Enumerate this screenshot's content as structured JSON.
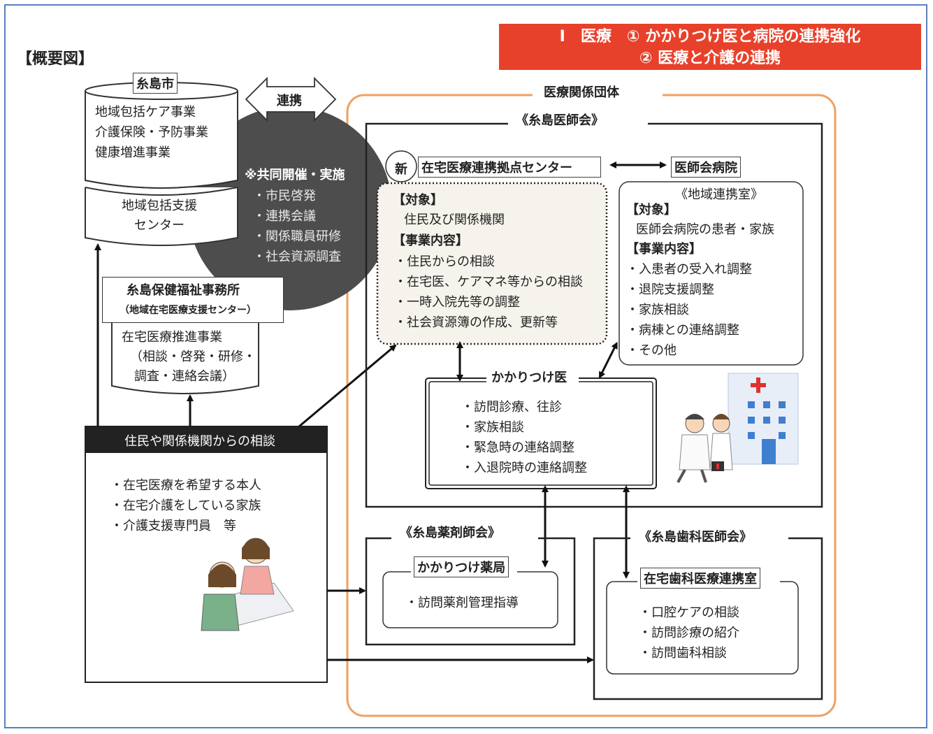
{
  "header": {
    "overview": "【概要図】",
    "banner_line1": "Ⅰ　医療　① かかりつけ医と病院の連携強化",
    "banner_line2": "② 医療と介護の連携"
  },
  "city": {
    "title": "糸島市",
    "items": [
      "地域包括ケア事業",
      "介護保険・予防事業",
      "健康増進事業"
    ],
    "center_line1": "地域包括支援",
    "center_line2": "センター"
  },
  "link_arrow": "連携",
  "joint": {
    "title": "※共同開催・実施",
    "items": [
      "・市民啓発",
      "・連携会議",
      "・関係職員研修",
      "・社会資源調査"
    ]
  },
  "health_office": {
    "title": "糸島保健福祉事務所",
    "subtitle": "（地域在宅医療支援センター）",
    "items": [
      "在宅医療推進事業",
      "（相談・啓発・研修・",
      "調査・連絡会議）"
    ]
  },
  "consult": {
    "header": "住民や関係機関からの相談",
    "items": [
      "・在宅医療を希望する本人",
      "・在宅介護をしている家族",
      "・介護支援専門員　等"
    ]
  },
  "medical_groups": {
    "title": "医療関係団体",
    "doctors_assoc": "《糸島医師会》",
    "new_badge": "新",
    "center_title": "在宅医療連携拠点センター",
    "center_target_label": "【対象】",
    "center_target": "住民及び関係機関",
    "center_content_label": "【事業内容】",
    "center_items": [
      "・住民からの相談",
      "・在宅医、ケアマネ等からの相談",
      "・一時入院先等の調整",
      "・社会資源簿の作成、更新等"
    ],
    "hospital_title": "医師会病院",
    "hospital_sub": "《地域連携室》",
    "hospital_target_label": "【対象】",
    "hospital_target": "医師会病院の患者・家族",
    "hospital_content_label": "【事業内容】",
    "hospital_items": [
      "・入患者の受入れ調整",
      "・退院支援調整",
      "・家族相談",
      "・病棟との連絡調整",
      "・その他"
    ],
    "family_doctor_title": "かかりつけ医",
    "family_doctor_items": [
      "・訪問診療、往診",
      "・家族相談",
      "・緊急時の連絡調整",
      "・入退院時の連絡調整"
    ],
    "pharm_assoc": "《糸島薬剤師会》",
    "pharmacy_title": "かかりつけ薬局",
    "pharmacy_items": [
      "・訪問薬剤管理指導"
    ],
    "dental_assoc": "《糸島歯科医師会》",
    "dental_title": "在宅歯科医療連携室",
    "dental_items": [
      "・口腔ケアの相談",
      "・訪問診療の紹介",
      "・訪問歯科相談"
    ]
  },
  "colors": {
    "banner": "#e8412b",
    "orange_border": "#f0a060",
    "dark_circle": "#4d4d4d",
    "frame": "#5b7fbf"
  }
}
